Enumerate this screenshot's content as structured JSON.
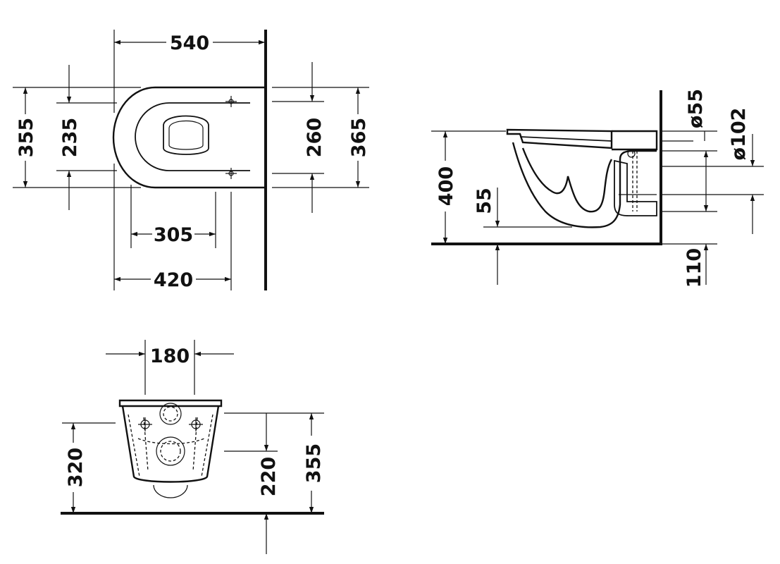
{
  "dimensions": {
    "top_view": {
      "overall_length": "540",
      "outer_width": "355",
      "inner_width": "235",
      "fixing_spacing": "260",
      "overall_width": "365",
      "fixing_to_wall": "305",
      "bowl_to_wall": "420"
    },
    "side_view": {
      "rim_height": "400",
      "water_level": "55",
      "outlet_diameter": "ø102",
      "inlet_diameter": "ø55",
      "outlet_height": "110"
    },
    "front_view": {
      "fixing_centres": "180",
      "height_to_rim": "320",
      "outlet_height": "220",
      "overall_height": "355"
    }
  },
  "colors": {
    "line": "#111111",
    "background": "#ffffff"
  }
}
